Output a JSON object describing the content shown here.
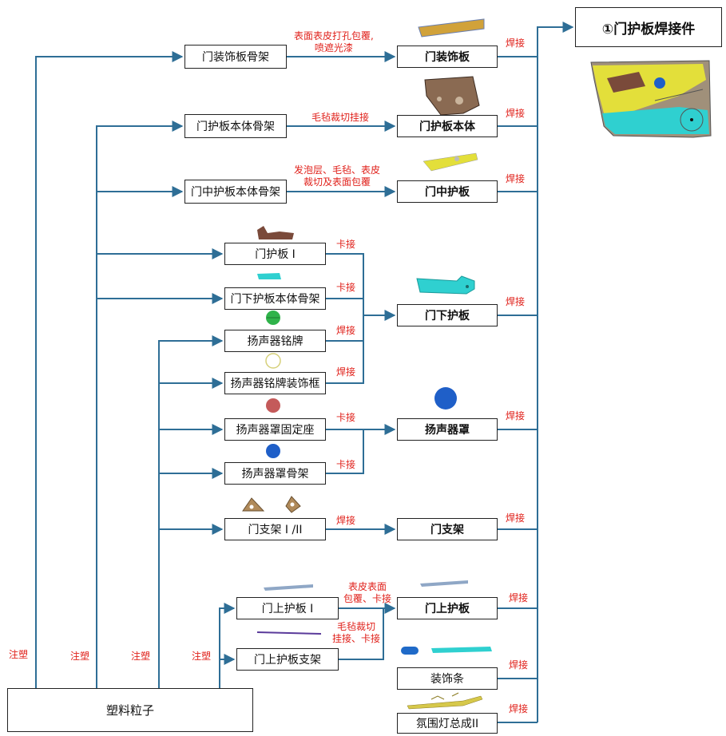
{
  "title": "①门护板焊接件",
  "source": "塑料粒子",
  "process_labels": {
    "injection": "注塑",
    "welding": "焊接",
    "clip": "卡接",
    "deco_process": "表面表皮打孔包覆,\n喷遮光漆",
    "felt_hang": "毛毡裁切挂接",
    "foam_wrap": "发泡层、毛毡、表皮\n裁切及表面包覆",
    "skin_wrap": "表皮表面\n包覆、卡接",
    "felt_clip": "毛毡裁切\n挂接、卡接"
  },
  "components": {
    "deco_frame": "门装饰板骨架",
    "body_frame": "门护板本体骨架",
    "mid_frame": "门中护板本体骨架",
    "door_panel_1": "门护板 I",
    "lower_frame": "门下护板本体骨架",
    "speaker_badge": "扬声器铭牌",
    "badge_trim": "扬声器铭牌装饰框",
    "speaker_mount": "扬声器罩固定座",
    "speaker_frame": "扬声器罩骨架",
    "bracket": "门支架 I /II",
    "upper_panel_1": "门上护板 I",
    "upper_bracket": "门上护板支架"
  },
  "assemblies": {
    "deco": "门装饰板",
    "body": "门护板本体",
    "mid": "门中护板",
    "lower": "门下护板",
    "speaker_cover": "扬声器罩",
    "bracket": "门支架",
    "upper": "门上护板",
    "trim_strip": "装饰条",
    "ambient": "氛围灯总成II"
  },
  "colors": {
    "line": "#2e6e96",
    "red_text": "#e0211b",
    "yellow": "#e3df3a",
    "cyan": "#2fd0d0",
    "brown": "#7a4a3a",
    "blue": "#1f5fc8",
    "green": "#2fb34a"
  }
}
